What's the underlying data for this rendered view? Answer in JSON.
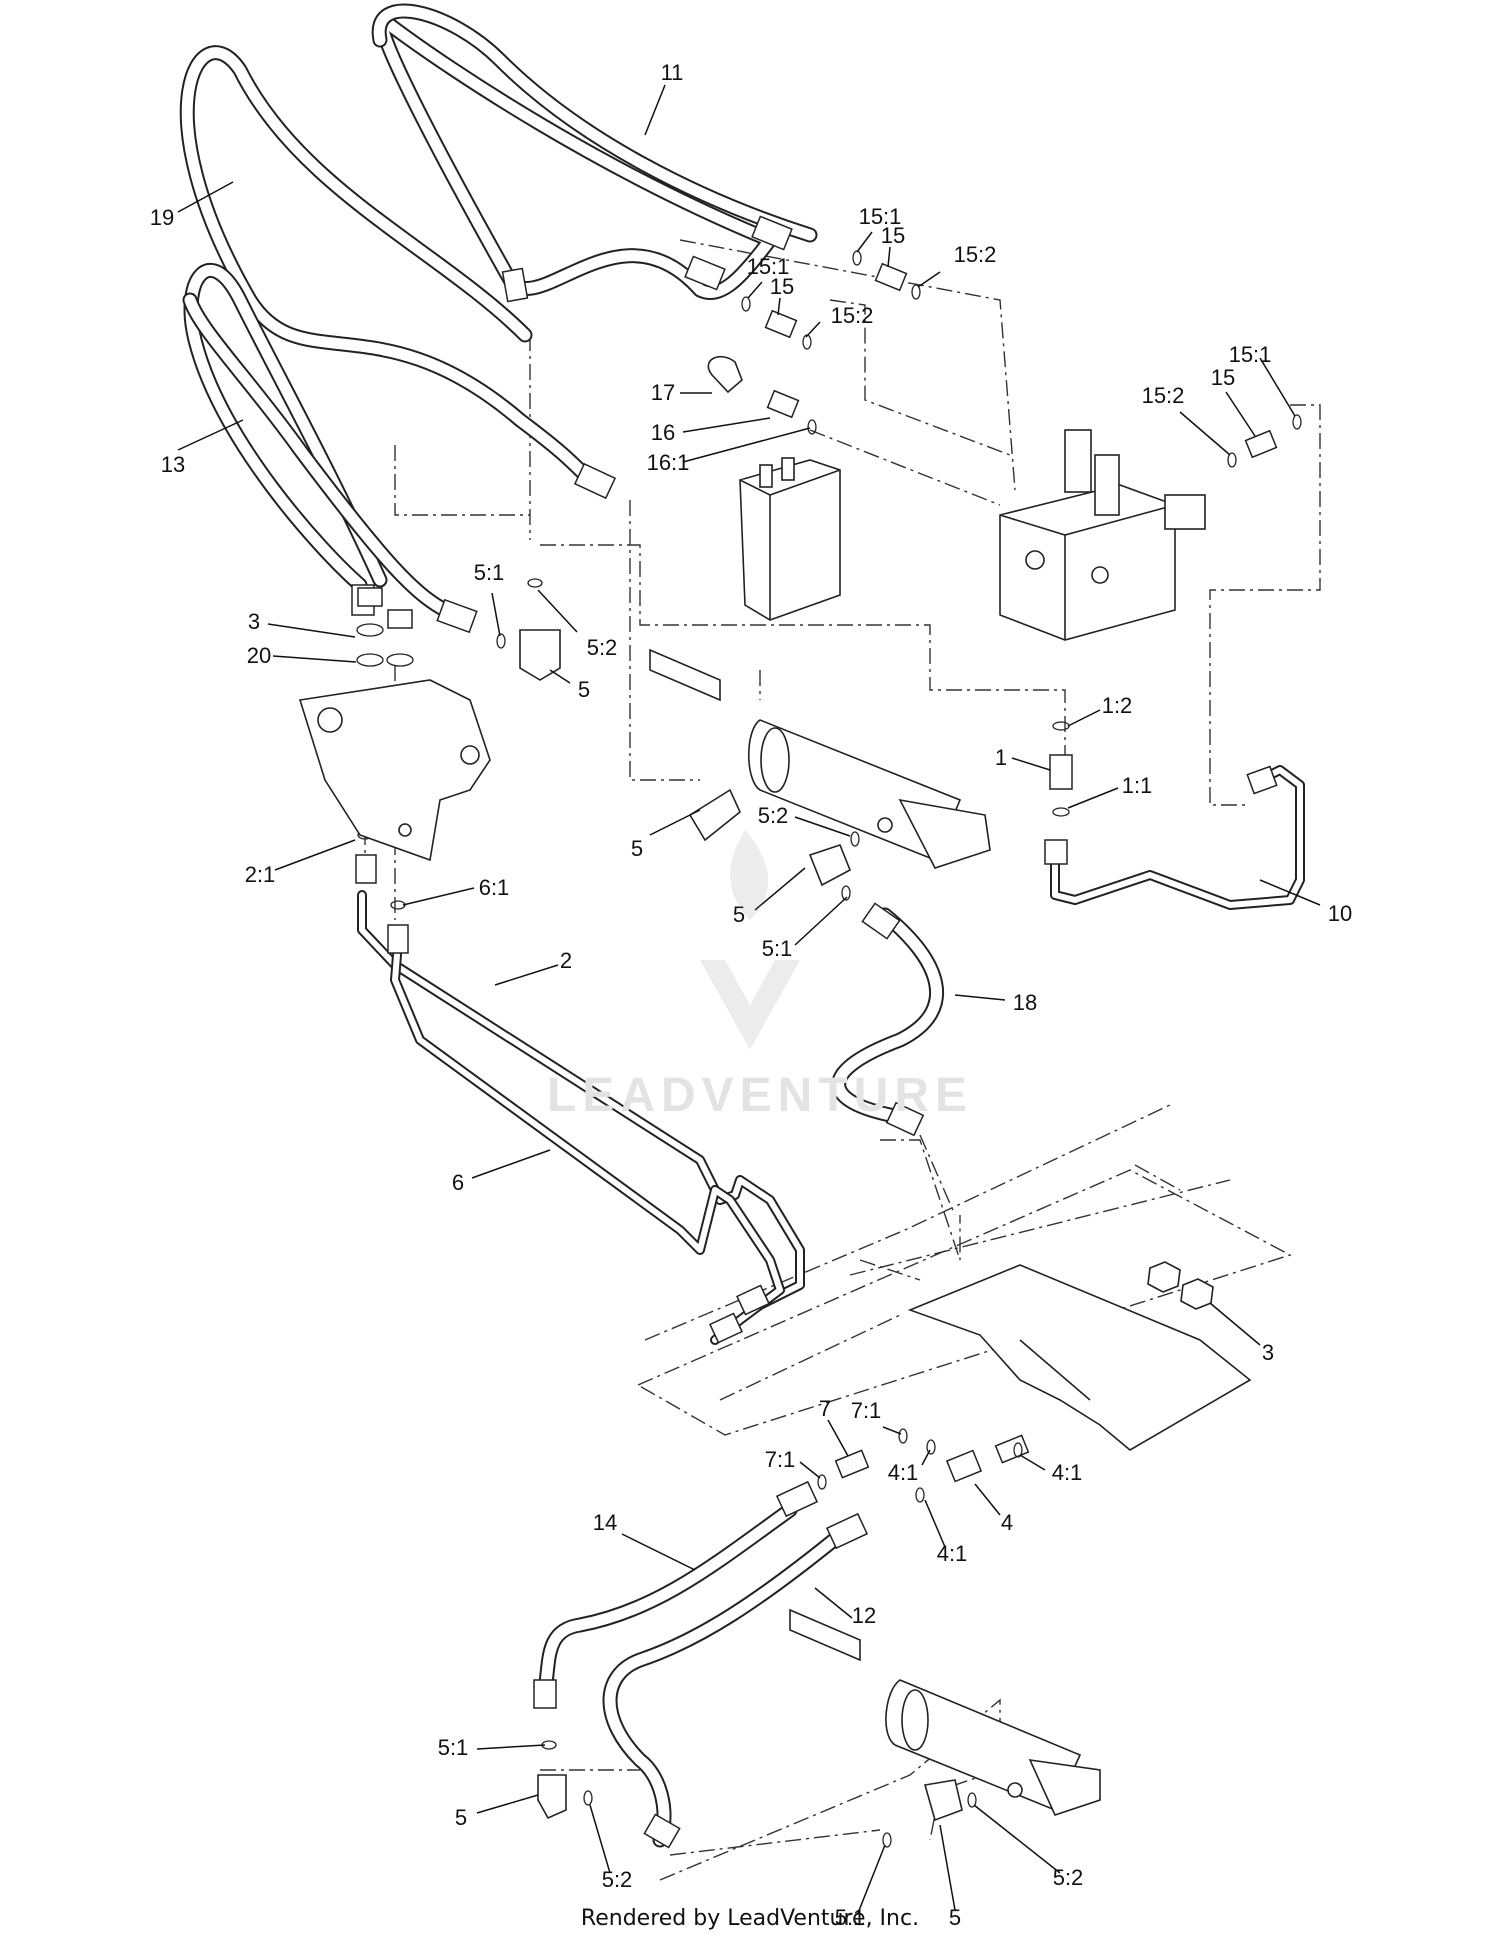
{
  "callouts": [
    {
      "text": "11"
    },
    {
      "text": "19"
    },
    {
      "text": "15:1"
    },
    {
      "text": "15"
    },
    {
      "text": "15:2"
    },
    {
      "text": "15:1"
    },
    {
      "text": "15"
    },
    {
      "text": "15:2"
    },
    {
      "text": "17"
    },
    {
      "text": "16"
    },
    {
      "text": "16:1"
    },
    {
      "text": "15:1"
    },
    {
      "text": "15:2"
    },
    {
      "text": "15"
    },
    {
      "text": "13"
    },
    {
      "text": "5:1"
    },
    {
      "text": "3"
    },
    {
      "text": "5:2"
    },
    {
      "text": "20"
    },
    {
      "text": "5"
    },
    {
      "text": "1:2"
    },
    {
      "text": "1"
    },
    {
      "text": "1:1"
    },
    {
      "text": "5:2"
    },
    {
      "text": "5"
    },
    {
      "text": "2:1"
    },
    {
      "text": "5"
    },
    {
      "text": "6:1"
    },
    {
      "text": "5:1"
    },
    {
      "text": "10"
    },
    {
      "text": "2"
    },
    {
      "text": "18"
    },
    {
      "text": "6"
    },
    {
      "text": "3"
    },
    {
      "text": "7:1"
    },
    {
      "text": "7"
    },
    {
      "text": "7:1"
    },
    {
      "text": "4:1"
    },
    {
      "text": "4:1"
    },
    {
      "text": "14"
    },
    {
      "text": "4"
    },
    {
      "text": "4:1"
    },
    {
      "text": "12"
    },
    {
      "text": "5:1"
    },
    {
      "text": "5"
    },
    {
      "text": "5:2"
    },
    {
      "text": "5:2"
    },
    {
      "text": "5:1"
    },
    {
      "text": "5"
    }
  ],
  "watermark": "LEADVENTURE",
  "footer": "Rendered by LeadVenture, Inc."
}
